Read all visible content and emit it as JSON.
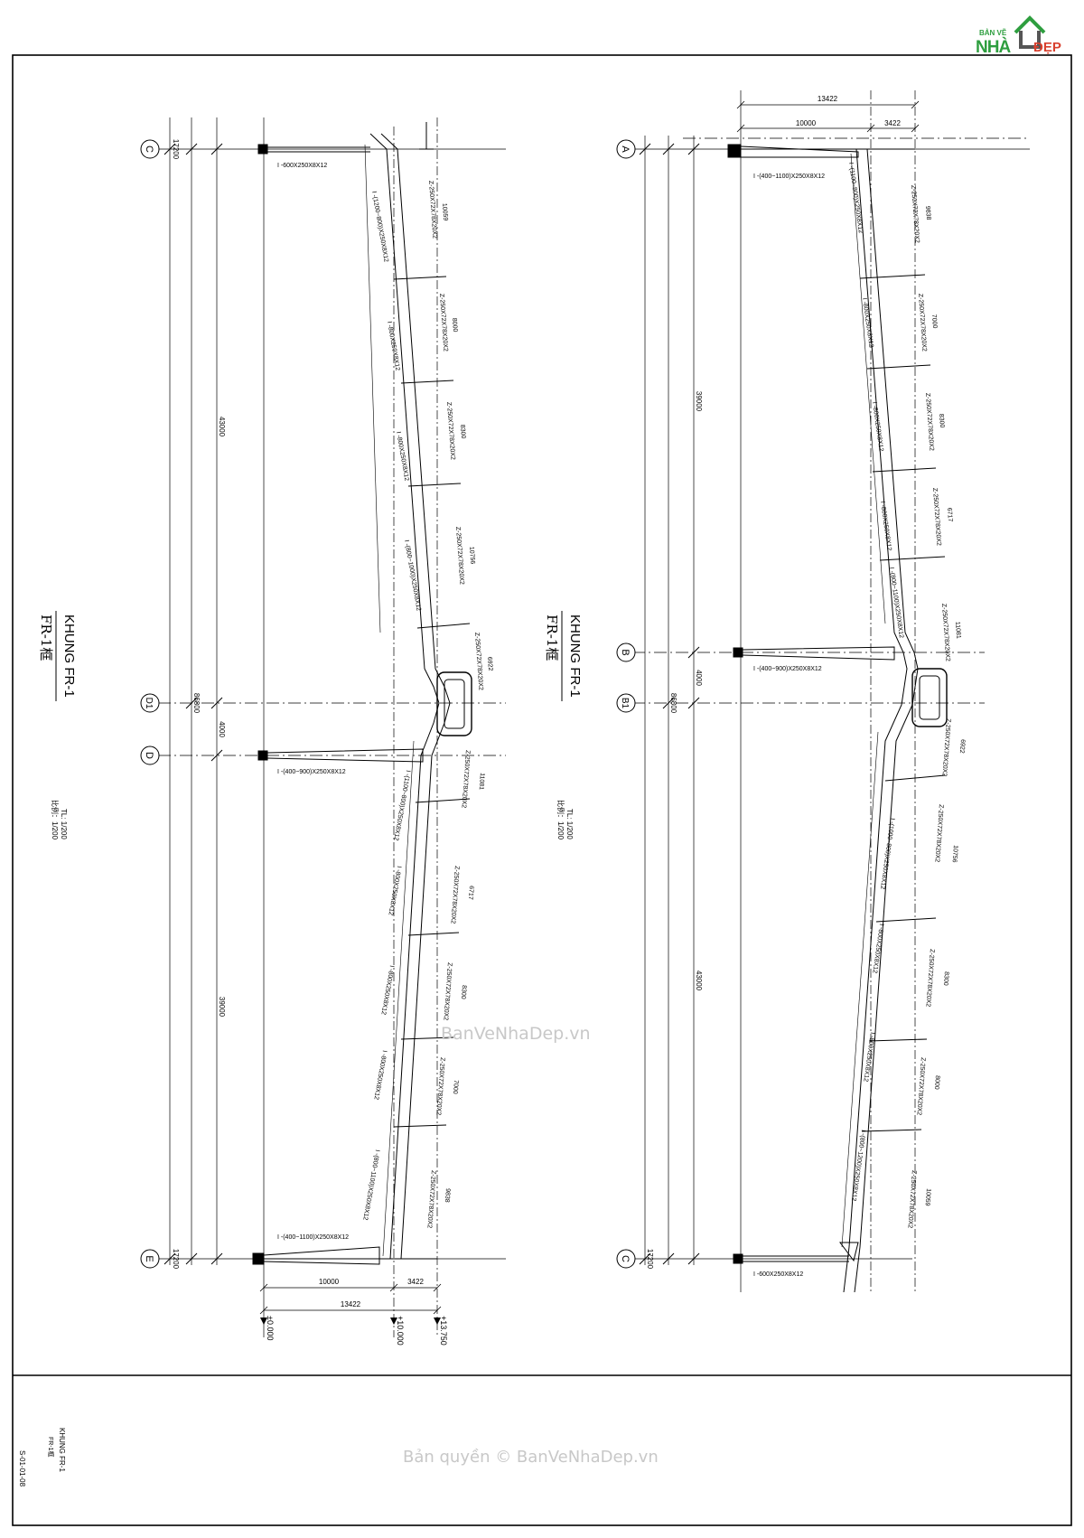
{
  "logo": {
    "top_text": "BẢN VẼ",
    "main_text": "NHÀ",
    "tail_text": "ĐẸP"
  },
  "watermarks": {
    "center": "BanVeNhaDep.vn",
    "copyright": "Bản quyền © BanVeNhaDep.vn"
  },
  "title_block": {
    "title": "KHUNG FR-1",
    "subtitle": "FR-1框",
    "drawing_no": "S-01-01-08"
  },
  "left_frame": {
    "title": "KHUNG FR-1",
    "subtitle": "FR-1框",
    "scale_vn": "TL: 1/200",
    "scale_cn": "比例：1/200",
    "grid": {
      "C": "C",
      "D1": "D1",
      "D": "D",
      "E": "E"
    },
    "dims": {
      "edge_c": "17200",
      "upper": "43000",
      "total": "86800",
      "mid": "4000",
      "lower": "39000",
      "edge_e": "17200",
      "bot_a": "10000",
      "bot_b": "3422",
      "bot_total": "13422"
    },
    "members": [
      "I -600X250X8X12",
      "I -(1200~800)X250X8X12",
      "I -800X250X8X12",
      "I -800X250X8X12",
      "I -(800~1000)X250X8X12",
      "I -(400~900)X250X8X12",
      "I -(1100~800)X250X8X12",
      "I -800X250X8X12",
      "I -800X250X8X12",
      "I -800X250X8X12",
      "I -(800~1100)X250X8X12",
      "I -(400~1100)X250X8X12"
    ],
    "purlin": "Z-250X72X78X20X2",
    "spans": [
      "10059",
      "8000",
      "8300",
      "10756",
      "6922",
      "11081",
      "6717",
      "8300",
      "7000",
      "9838"
    ],
    "levels": [
      "±0.000",
      "+10.000",
      "+13.750"
    ]
  },
  "right_frame": {
    "title": "KHUNG FR-1",
    "subtitle": "FR-1框",
    "scale_vn": "TL: 1/200",
    "scale_cn": "比例：1/200",
    "grid": {
      "A": "A",
      "B": "B",
      "B1": "B1",
      "C": "C"
    },
    "dims": {
      "top_total": "13422",
      "top_a": "10000",
      "top_b": "3422",
      "upper": "39000",
      "mid": "4000",
      "total": "86800",
      "lower": "43000",
      "edge_c": "17200"
    },
    "members": [
      "I -(400~1100)X250X8X12",
      "I -(1100~800)X250X8X12",
      "I -800X250X8X12",
      "I -800X250X8X12",
      "I -800X250X8X12",
      "I -(800~1100)X250X8X12",
      "I -(400~900)X250X8X12",
      "I -(1000~800)X250X8X12",
      "I -800X250X8X12",
      "I -800X250X8X12",
      "I -(800~1200)X250X8X12",
      "I -600X250X8X12"
    ],
    "purlin": "Z-250X72X78X20X2",
    "spans": [
      "9838",
      "7000",
      "8300",
      "6717",
      "11081",
      "6922",
      "10756",
      "8300",
      "8000",
      "10059"
    ]
  }
}
